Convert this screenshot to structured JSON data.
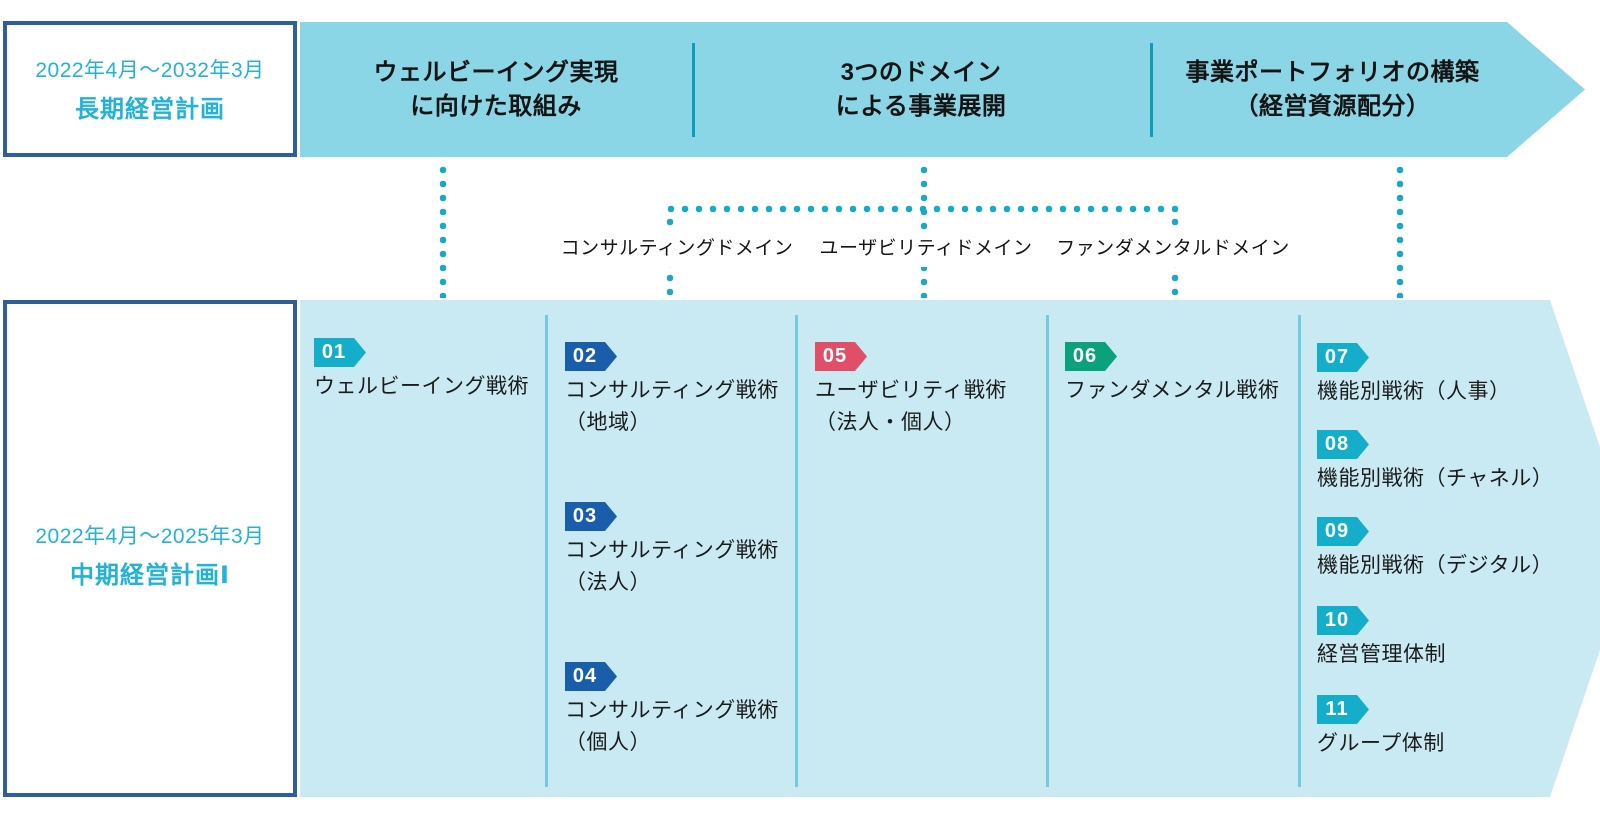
{
  "palette": {
    "banner_bg": "#8bd6e6",
    "panel_bg": "#c9eaf2",
    "box_border": "#2d5f9f",
    "accent_text": "#24b2d6",
    "dot_color": "#18a8ca",
    "column_separator": "#74cbdf",
    "banner_divider": "#0d9cba",
    "badge_cyan": "#14aeca",
    "badge_blue": "#1a5dab",
    "badge_red": "#e04f67",
    "badge_green": "#0aa17c"
  },
  "long_term_box": {
    "period": "2022年4月〜2032年3月",
    "title": "長期経営計画"
  },
  "mid_term_box": {
    "period": "2022年4月〜2025年3月",
    "title": "中期経営計画Ⅰ"
  },
  "banner_sections": [
    {
      "line1": "ウェルビーイング実現",
      "line2": "に向けた取組み"
    },
    {
      "line1": "3つのドメイン",
      "line2": "による事業展開"
    },
    {
      "line1": "事業ポートフォリオの構築",
      "line2": "（経営資源配分）"
    }
  ],
  "domains": [
    {
      "label": "コンサルティングドメイン"
    },
    {
      "label": "ユーザビリティドメイン"
    },
    {
      "label": "ファンダメンタルドメイン"
    }
  ],
  "tactics": [
    {
      "num": "01",
      "color": "#14aeca",
      "line1": "ウェルビーイング戦術",
      "line2": ""
    },
    {
      "num": "02",
      "color": "#1a5dab",
      "line1": "コンサルティング戦術",
      "line2": "（地域）"
    },
    {
      "num": "03",
      "color": "#1a5dab",
      "line1": "コンサルティング戦術",
      "line2": "（法人）"
    },
    {
      "num": "04",
      "color": "#1a5dab",
      "line1": "コンサルティング戦術",
      "line2": "（個人）"
    },
    {
      "num": "05",
      "color": "#e04f67",
      "line1": "ユーザビリティ戦術",
      "line2": "（法人・個人）"
    },
    {
      "num": "06",
      "color": "#0aa17c",
      "line1": "ファンダメンタル戦術",
      "line2": ""
    },
    {
      "num": "07",
      "color": "#14aeca",
      "line1": "機能別戦術（人事）",
      "line2": ""
    },
    {
      "num": "08",
      "color": "#14aeca",
      "line1": "機能別戦術（チャネル）",
      "line2": ""
    },
    {
      "num": "09",
      "color": "#14aeca",
      "line1": "機能別戦術（デジタル）",
      "line2": ""
    },
    {
      "num": "10",
      "color": "#14aeca",
      "line1": "経営管理体制",
      "line2": ""
    },
    {
      "num": "11",
      "color": "#14aeca",
      "line1": "グループ体制",
      "line2": ""
    }
  ]
}
